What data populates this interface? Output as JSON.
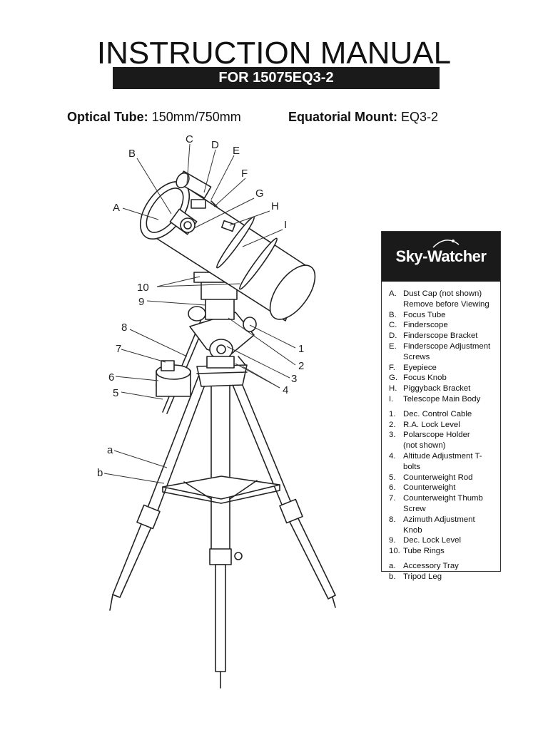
{
  "header": {
    "title": "INSTRUCTION MANUAL",
    "subtitle": "FOR 15075EQ3-2"
  },
  "specs": {
    "optical_tube_label": "Optical Tube:",
    "optical_tube_value": "150mm/750mm",
    "mount_label": "Equatorial Mount:",
    "mount_value": "EQ3-2"
  },
  "legend": {
    "brand": "Sky-Watcher",
    "letters": [
      {
        "key": "A.",
        "text": "Dust Cap (not shown)"
      },
      {
        "key": "",
        "text": "Remove before Viewing"
      },
      {
        "key": "B.",
        "text": "Focus Tube"
      },
      {
        "key": "C.",
        "text": "Finderscope"
      },
      {
        "key": "D.",
        "text": "Finderscope Bracket"
      },
      {
        "key": "E.",
        "text": "Finderscope Adjustment"
      },
      {
        "key": "",
        "text": "Screws"
      },
      {
        "key": "F.",
        "text": "Eyepiece"
      },
      {
        "key": "G.",
        "text": "Focus Knob"
      },
      {
        "key": "H.",
        "text": "Piggyback Bracket"
      },
      {
        "key": "I.",
        "text": "Telescope Main Body"
      }
    ],
    "numbers": [
      {
        "key": "1.",
        "text": "Dec. Control Cable"
      },
      {
        "key": "2.",
        "text": "R.A. Lock Level"
      },
      {
        "key": "3.",
        "text": "Polarscope Holder"
      },
      {
        "key": "",
        "text": "(not shown)"
      },
      {
        "key": "4.",
        "text": "Altitude Adjustment T-bolts"
      },
      {
        "key": "5.",
        "text": "Counterweight Rod"
      },
      {
        "key": "6.",
        "text": "Counterweight"
      },
      {
        "key": "7.",
        "text": "Counterweight Thumb"
      },
      {
        "key": "",
        "text": "Screw"
      },
      {
        "key": "8.",
        "text": "Azimuth Adjustment Knob"
      },
      {
        "key": "9.",
        "text": "Dec. Lock Level"
      },
      {
        "key": "10.",
        "text": "Tube Rings"
      }
    ],
    "lower": [
      {
        "key": "a.",
        "text": "Accessory Tray"
      },
      {
        "key": "b.",
        "text": "Tripod Leg"
      }
    ]
  },
  "callouts": {
    "A": "A",
    "B": "B",
    "C": "C",
    "D": "D",
    "E": "E",
    "F": "F",
    "G": "G",
    "H": "H",
    "I": "I",
    "n1": "1",
    "n2": "2",
    "n3": "3",
    "n4": "4",
    "n5": "5",
    "n6": "6",
    "n7": "7",
    "n8": "8",
    "n9": "9",
    "n10": "10",
    "a": "a",
    "b": "b"
  },
  "colors": {
    "ink": "#111111",
    "bar": "#1a1a1a",
    "paper": "#ffffff"
  }
}
